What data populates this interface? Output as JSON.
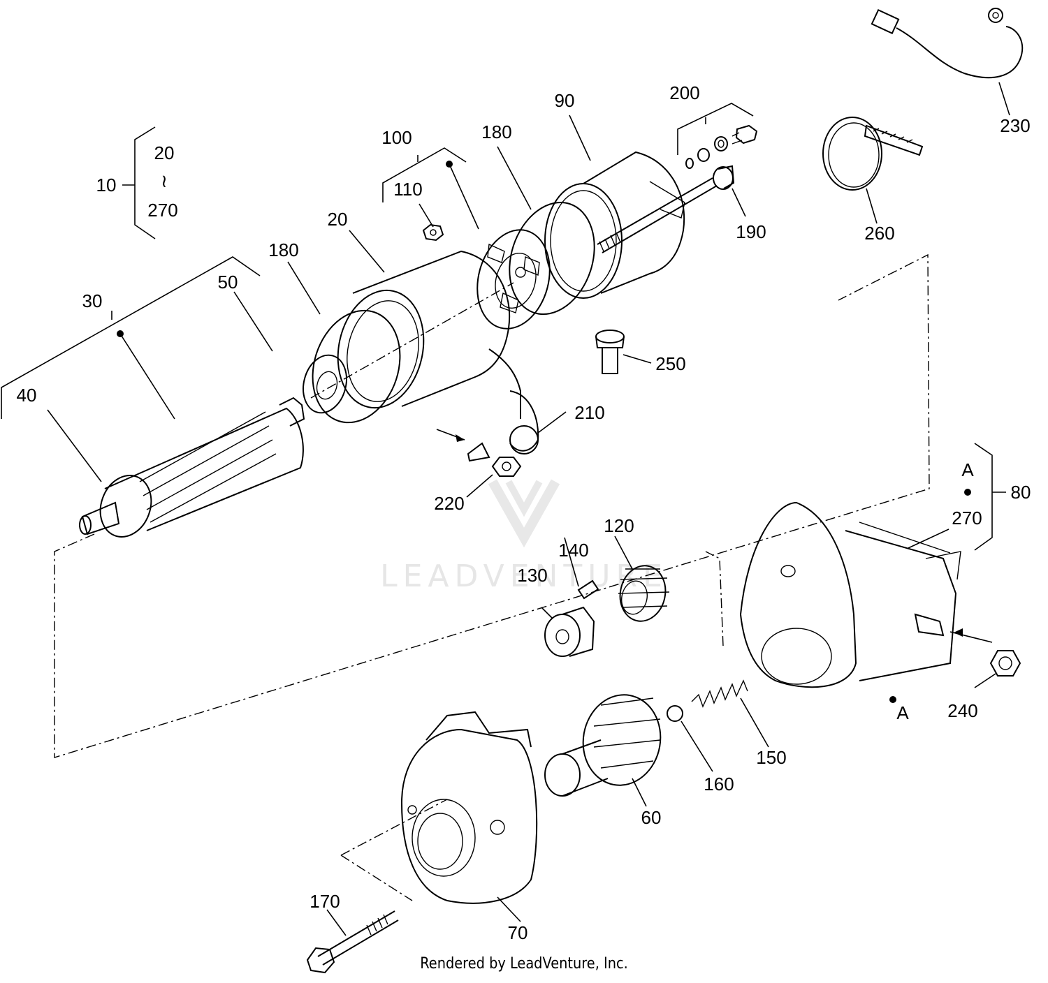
{
  "callouts": [
    {
      "id": "10",
      "text": "10"
    },
    {
      "id": "20-top",
      "text": "20"
    },
    {
      "id": "tilde",
      "text": "≀"
    },
    {
      "id": "270-top",
      "text": "270"
    },
    {
      "id": "20",
      "text": "20"
    },
    {
      "id": "30",
      "text": "30"
    },
    {
      "id": "40",
      "text": "40"
    },
    {
      "id": "50",
      "text": "50"
    },
    {
      "id": "60",
      "text": "60"
    },
    {
      "id": "70",
      "text": "70"
    },
    {
      "id": "80",
      "text": "80"
    },
    {
      "id": "90",
      "text": "90"
    },
    {
      "id": "100",
      "text": "100"
    },
    {
      "id": "110",
      "text": "110"
    },
    {
      "id": "120",
      "text": "120"
    },
    {
      "id": "130",
      "text": "130"
    },
    {
      "id": "140",
      "text": "140"
    },
    {
      "id": "150",
      "text": "150"
    },
    {
      "id": "160",
      "text": "160"
    },
    {
      "id": "170",
      "text": "170"
    },
    {
      "id": "180-a",
      "text": "180"
    },
    {
      "id": "180-b",
      "text": "180"
    },
    {
      "id": "190",
      "text": "190"
    },
    {
      "id": "200",
      "text": "200"
    },
    {
      "id": "210",
      "text": "210"
    },
    {
      "id": "220",
      "text": "220"
    },
    {
      "id": "230",
      "text": "230"
    },
    {
      "id": "240",
      "text": "240"
    },
    {
      "id": "250",
      "text": "250"
    },
    {
      "id": "260",
      "text": "260"
    },
    {
      "id": "270",
      "text": "270"
    },
    {
      "id": "A-top",
      "text": "A"
    },
    {
      "id": "A-bottom",
      "text": "A"
    }
  ],
  "watermark": "LEADVENTURE",
  "footer": "Rendered by LeadVenture, Inc."
}
